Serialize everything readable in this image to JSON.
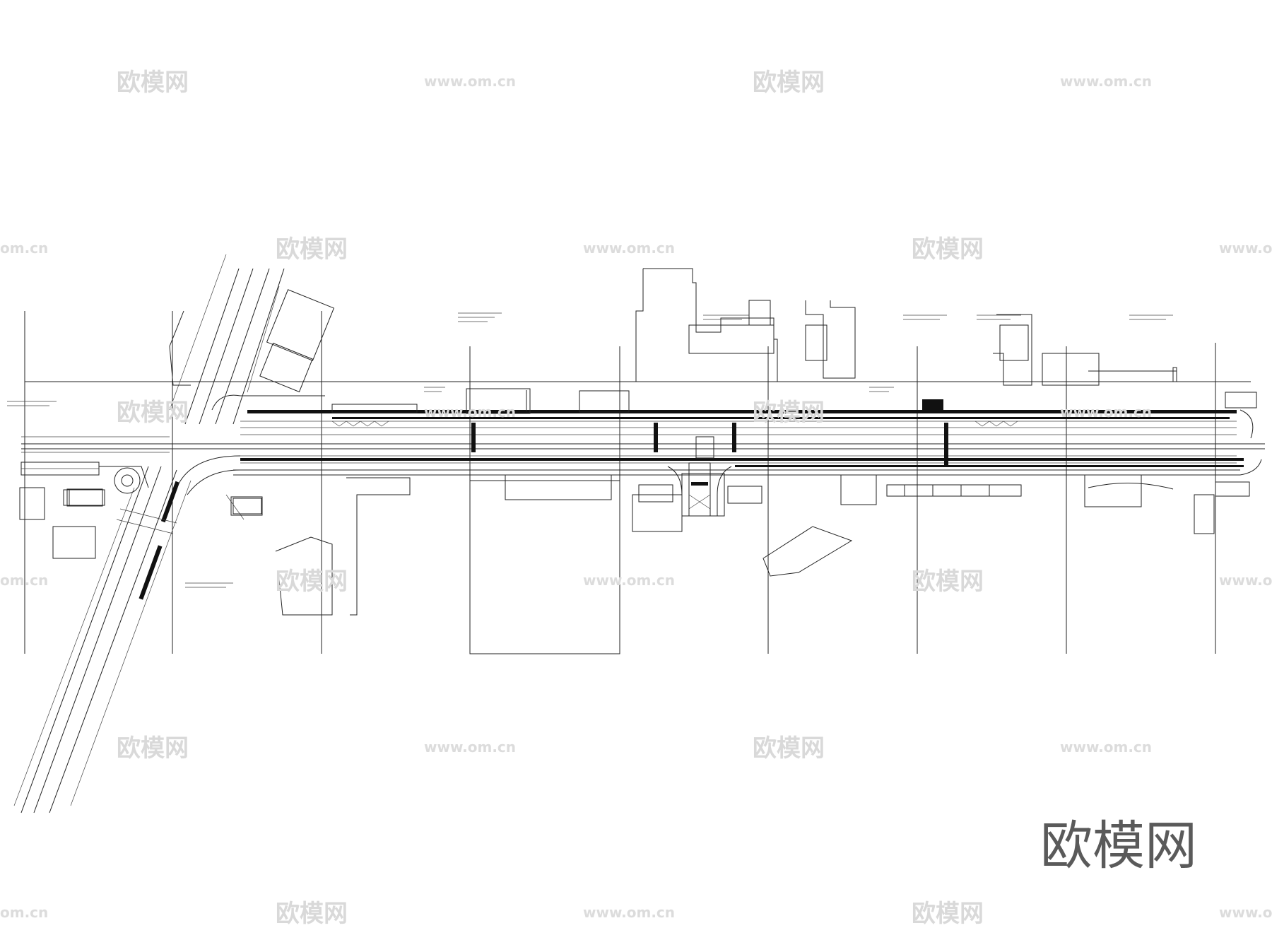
{
  "brand": {
    "logo_text": "欧模网"
  },
  "watermarks": {
    "brand_text": "欧模网",
    "url_text": "www.om.cn",
    "edge_url_text": "om.cn"
  },
  "colors": {
    "background": "#ffffff",
    "line": "#222222",
    "watermark": "#d9d9d9",
    "brand": "#5a5a5a"
  }
}
